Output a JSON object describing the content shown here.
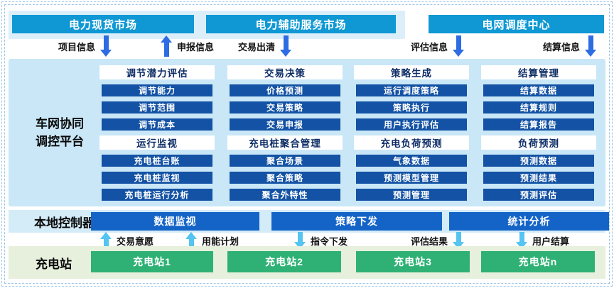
{
  "top_markets": {
    "spot_market": "电力现货市场",
    "ancillary_market": "电力辅助服务市场",
    "dispatch_center": "电网调度中心"
  },
  "top_flows": {
    "project_info": "项目信息",
    "declaration_info": "申报信息",
    "trade_clearing": "交易出清",
    "evaluation_info": "评估信息",
    "settlement_info": "结算信息"
  },
  "platform": {
    "label_line1": "车网协同",
    "label_line2": "调控平台",
    "groups": [
      {
        "title": "调节潜力评估",
        "items": [
          "调节能力",
          "调节范围",
          "调节成本"
        ]
      },
      {
        "title": "交易决策",
        "items": [
          "价格预测",
          "交易策略",
          "交易申报"
        ]
      },
      {
        "title": "策略生成",
        "items": [
          "运行调度策略",
          "策略执行",
          "用户执行评估"
        ]
      },
      {
        "title": "结算管理",
        "items": [
          "结算数据",
          "结算规则",
          "结算报告"
        ]
      },
      {
        "title": "运行监视",
        "items": [
          "充电桩台账",
          "充电桩监视",
          "充电桩运行分析"
        ]
      },
      {
        "title": "充电桩聚合管理",
        "items": [
          "聚合场景",
          "聚合策略",
          "聚合外特性"
        ]
      },
      {
        "title": "充电负荷预测",
        "items": [
          "气象数据",
          "预测模型管理",
          "预测管理"
        ]
      },
      {
        "title": "负荷预测",
        "items": [
          "预测数据",
          "预测结果",
          "预测评估"
        ]
      }
    ]
  },
  "local_controller": {
    "label": "本地控制器",
    "boxes": [
      "数据监视",
      "策略下发",
      "统计分析"
    ]
  },
  "bottom_flows": {
    "trade_intent": "交易意愿",
    "energy_plan": "用能计划",
    "command_dispatch": "指令下发",
    "evaluation_result": "评估结果",
    "user_settlement": "用户结算"
  },
  "stations": {
    "label": "充电站",
    "boxes": [
      "充电站1",
      "充电站2",
      "充电站3",
      "充电站n"
    ]
  },
  "colors": {
    "market_box": "#0f98d4",
    "module_box": "#1352a4",
    "controller_box": "#1464c8",
    "station_box": "#2fb175",
    "platform_bg": "#c9e7f7",
    "top_band_bg": "#dceef9",
    "station_band_bg": "#e6f0dd",
    "arrow_top": "#2d6ce2",
    "arrow_bottom": "#55c4f1",
    "group_header_text": "#0d2d66",
    "dashed_border": "#9ec6e8"
  }
}
